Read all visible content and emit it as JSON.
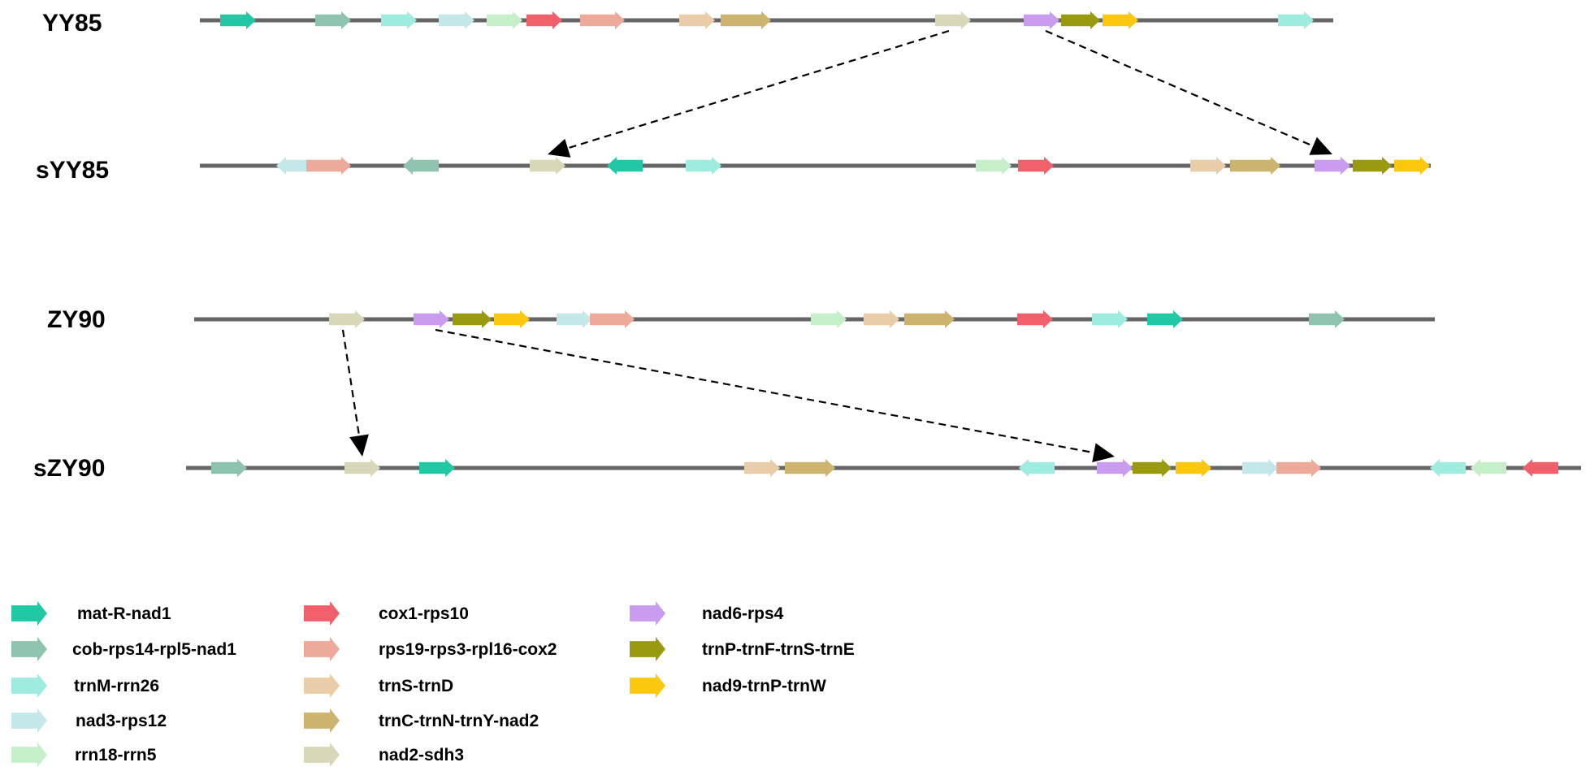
{
  "legend": [
    {
      "key": "mat",
      "label": "mat-R-nad1",
      "color": "#22c7a6"
    },
    {
      "key": "cob",
      "label": "cob-rps14-rpl5-nad1",
      "color": "#8ec4ae"
    },
    {
      "key": "trnM",
      "label": "trnM-rrn26",
      "color": "#9eebdf"
    },
    {
      "key": "nad3",
      "label": "nad3-rps12",
      "color": "#c4e7ea"
    },
    {
      "key": "rrn18",
      "label": "rrn18-rrn5",
      "color": "#c4efc8"
    },
    {
      "key": "cox1",
      "label": "cox1-rps10",
      "color": "#f0606a"
    },
    {
      "key": "rps19",
      "label": "rps19-rps3-rpl16-cox2",
      "color": "#eda99a"
    },
    {
      "key": "trnS",
      "label": "trnS-trnD",
      "color": "#e8cda8"
    },
    {
      "key": "trnC",
      "label": "trnC-trnN-trnY-nad2",
      "color": "#cdb46e"
    },
    {
      "key": "nad2",
      "label": "nad2-sdh3",
      "color": "#d8d7b8"
    },
    {
      "key": "nad6",
      "label": "nad6-rps4",
      "color": "#c99cf0"
    },
    {
      "key": "trnP",
      "label": "trnP-trnF-trnS-trnE",
      "color": "#999a10"
    },
    {
      "key": "nad9",
      "label": "nad9-trnP-trnW",
      "color": "#fcc80e"
    }
  ],
  "tracks": [
    {
      "name": "YY85",
      "genes": [
        {
          "gene": "mat",
          "dir": "right"
        },
        {
          "gene": "cob",
          "dir": "right"
        },
        {
          "gene": "trnM",
          "dir": "right"
        },
        {
          "gene": "nad3",
          "dir": "right"
        },
        {
          "gene": "rrn18",
          "dir": "right"
        },
        {
          "gene": "cox1",
          "dir": "right"
        },
        {
          "gene": "rps19",
          "dir": "right"
        },
        {
          "gene": "trnS",
          "dir": "right"
        },
        {
          "gene": "trnC",
          "dir": "right"
        },
        {
          "gene": "nad2",
          "dir": "right"
        },
        {
          "gene": "nad6",
          "dir": "right"
        },
        {
          "gene": "trnP",
          "dir": "right"
        },
        {
          "gene": "nad9",
          "dir": "right"
        },
        {
          "gene": "trnM",
          "dir": "right"
        }
      ]
    },
    {
      "name": "sYY85",
      "genes": [
        {
          "gene": "nad3",
          "dir": "left"
        },
        {
          "gene": "rps19",
          "dir": "right"
        },
        {
          "gene": "cob",
          "dir": "left"
        },
        {
          "gene": "nad2",
          "dir": "right"
        },
        {
          "gene": "mat",
          "dir": "left"
        },
        {
          "gene": "trnM",
          "dir": "right"
        },
        {
          "gene": "rrn18",
          "dir": "right"
        },
        {
          "gene": "cox1",
          "dir": "right"
        },
        {
          "gene": "trnS",
          "dir": "right"
        },
        {
          "gene": "trnC",
          "dir": "right"
        },
        {
          "gene": "nad6",
          "dir": "right"
        },
        {
          "gene": "trnP",
          "dir": "right"
        },
        {
          "gene": "nad9",
          "dir": "right"
        }
      ]
    },
    {
      "name": "ZY90",
      "genes": [
        {
          "gene": "nad2",
          "dir": "right"
        },
        {
          "gene": "nad6",
          "dir": "right"
        },
        {
          "gene": "trnP",
          "dir": "right"
        },
        {
          "gene": "nad9",
          "dir": "right"
        },
        {
          "gene": "nad3",
          "dir": "right"
        },
        {
          "gene": "rps19",
          "dir": "right"
        },
        {
          "gene": "rrn18",
          "dir": "right"
        },
        {
          "gene": "trnS",
          "dir": "right"
        },
        {
          "gene": "trnC",
          "dir": "right"
        },
        {
          "gene": "cox1",
          "dir": "right"
        },
        {
          "gene": "trnM",
          "dir": "right"
        },
        {
          "gene": "mat",
          "dir": "right"
        },
        {
          "gene": "cob",
          "dir": "right"
        }
      ]
    },
    {
      "name": "sZY90",
      "genes": [
        {
          "gene": "cob",
          "dir": "right"
        },
        {
          "gene": "nad2",
          "dir": "right"
        },
        {
          "gene": "mat",
          "dir": "right"
        },
        {
          "gene": "trnS",
          "dir": "right"
        },
        {
          "gene": "trnC",
          "dir": "right"
        },
        {
          "gene": "trnM",
          "dir": "left"
        },
        {
          "gene": "nad6",
          "dir": "right"
        },
        {
          "gene": "trnP",
          "dir": "right"
        },
        {
          "gene": "nad9",
          "dir": "right"
        },
        {
          "gene": "nad3",
          "dir": "right"
        },
        {
          "gene": "rps19",
          "dir": "right"
        },
        {
          "gene": "trnM",
          "dir": "left"
        },
        {
          "gene": "rrn18",
          "dir": "left"
        },
        {
          "gene": "cox1",
          "dir": "left"
        }
      ]
    }
  ],
  "translocations": [
    {
      "from_track": 0,
      "from_gene": 9,
      "to_track": 1,
      "to_gene": 3
    },
    {
      "from_track": 0,
      "from_gene": 10,
      "to_track": 1,
      "to_gene": 10
    },
    {
      "from_track": 2,
      "from_gene": 0,
      "to_track": 3,
      "to_gene": 1
    },
    {
      "from_track": 2,
      "from_gene": 1,
      "to_track": 3,
      "to_gene": 6
    }
  ],
  "colors": {
    "backbone": "#666666",
    "arrow": "#000000"
  }
}
